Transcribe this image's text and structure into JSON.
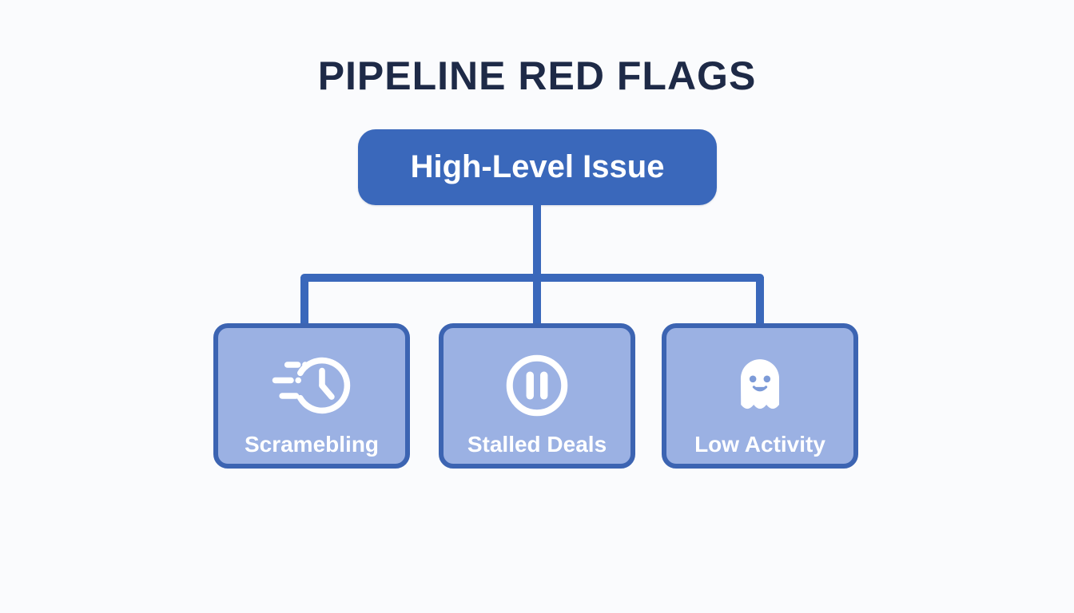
{
  "title": "PIPELINE RED FLAGS",
  "root": {
    "label": "High-Level Issue"
  },
  "children": [
    {
      "label": "Scramebling",
      "icon": "speed-clock-icon"
    },
    {
      "label": "Stalled Deals",
      "icon": "pause-circle-icon"
    },
    {
      "label": "Low Activity",
      "icon": "ghost-icon"
    }
  ],
  "colors": {
    "accent": "#3a68bb",
    "child_fill": "#9bb1e3",
    "child_border": "#3c64b2",
    "title_text": "#1e2a47",
    "node_text": "#ffffff",
    "background": "#fafbfd",
    "ghost_face": "#7d9bd8"
  }
}
